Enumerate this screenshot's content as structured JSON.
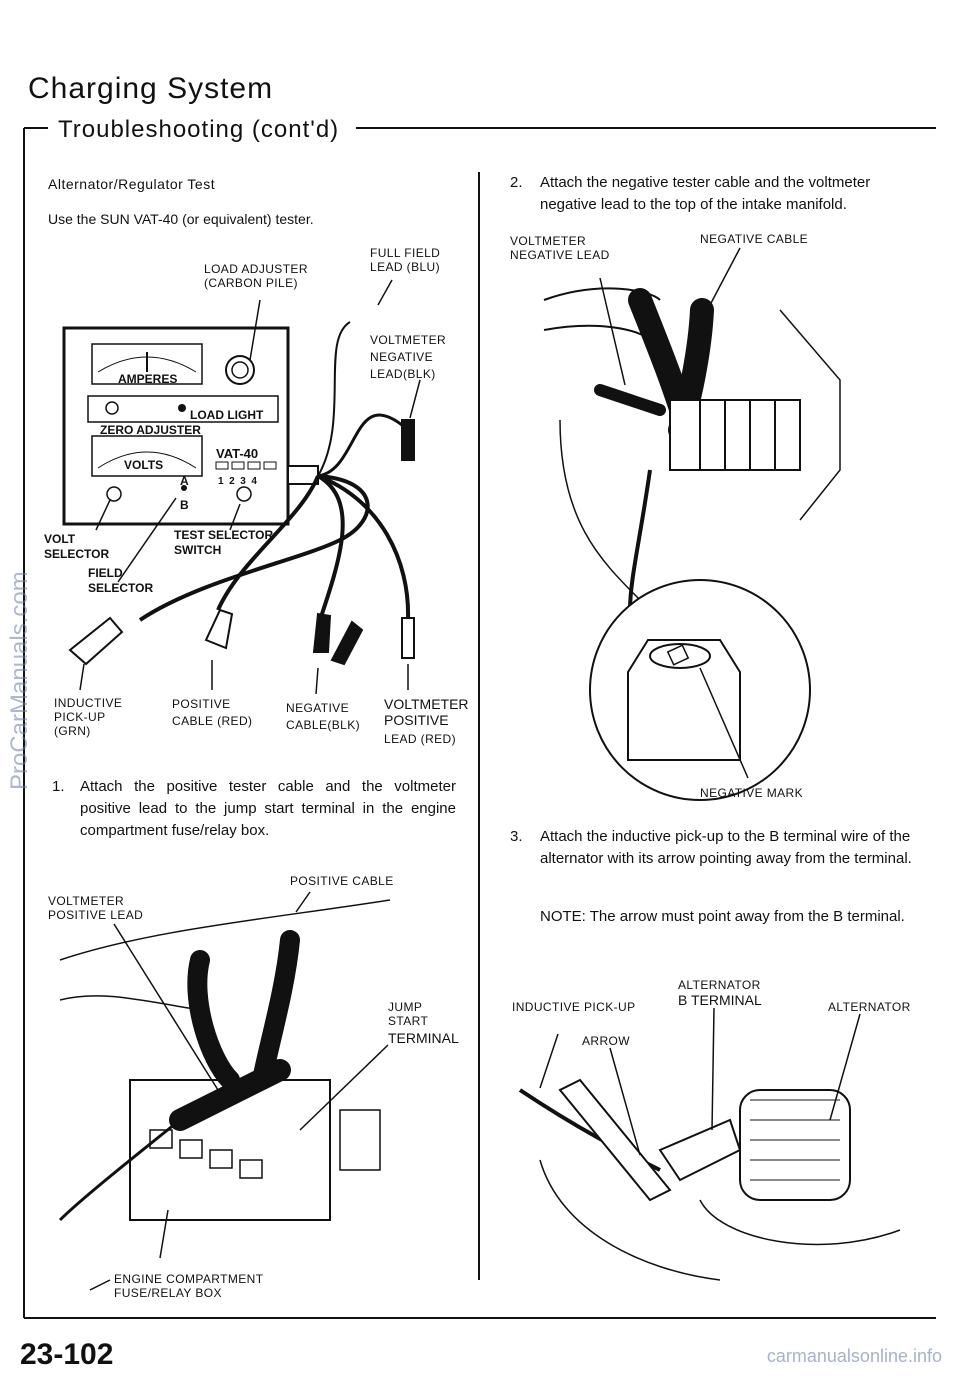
{
  "header": {
    "title": "Charging System",
    "subtitle": "Troubleshooting (cont'd)"
  },
  "left": {
    "section_title": "Alternator/Regulator Test",
    "intro": "Use the SUN VAT-40 (or equivalent) tester.",
    "tester_labels": {
      "load_adjuster": "LOAD ADJUSTER\n(CARBON PILE)",
      "full_field": "FULL FIELD\nLEAD (BLU)",
      "vm_neg_lead": "VOLTMETER\nNEGATIVE\nLEAD(BLK)",
      "amperes": "AMPERES",
      "load_light": "LOAD LIGHT",
      "zero_adjuster": "ZERO ADJUSTER",
      "volts": "VOLTS",
      "vat40": "VAT-40",
      "switch_numbers": "1  2  3  4",
      "a": "A",
      "b": "B",
      "volt_selector": "VOLT\nSELECTOR",
      "test_selector": "TEST SELECTOR\nSWITCH",
      "field_selector": "FIELD\nSELECTOR",
      "inductive_pickup": "INDUCTIVE\nPICK-UP\n(GRN)",
      "positive_cable": "POSITIVE\nCABLE (RED)",
      "negative_cable": "NEGATIVE\nCABLE(BLK)",
      "vm_pos_lead_a": "VOLTMETER\nPOSITIVE",
      "vm_pos_lead_b": "LEAD (RED)"
    },
    "step1_num": "1.",
    "step1": "Attach the positive tester cable and the voltmeter positive lead to the jump start terminal in the engine compartment fuse/relay box.",
    "fig2_labels": {
      "positive_cable": "POSITIVE CABLE",
      "vm_pos_lead": "VOLTMETER\nPOSITIVE LEAD",
      "jump_start": "JUMP\nSTART",
      "terminal": "TERMINAL",
      "fuse_box": "ENGINE COMPARTMENT\nFUSE/RELAY BOX"
    }
  },
  "right": {
    "step2_num": "2.",
    "step2": "Attach the negative tester cable and the voltmeter negative lead to the top of the intake manifold.",
    "fig3_labels": {
      "vm_neg_lead": "VOLTMETER\nNEGATIVE LEAD",
      "neg_cable": "NEGATIVE CABLE",
      "neg_mark": "NEGATIVE MARK"
    },
    "step3_num": "3.",
    "step3": "Attach the inductive pick-up to the B terminal wire of the alternator with its arrow pointing away from the terminal.",
    "note": "NOTE: The arrow must point away from the B terminal.",
    "fig4_labels": {
      "inductive": "INDUCTIVE PICK-UP",
      "alt_b": "ALTERNATOR",
      "alt_b2": "B TERMINAL",
      "alternator": "ALTERNATOR",
      "arrow": "ARROW"
    }
  },
  "footer": {
    "page_number": "23-102",
    "watermark_side": "ProCarManuals.com",
    "watermark_bottom": "carmanualsonline.info"
  }
}
